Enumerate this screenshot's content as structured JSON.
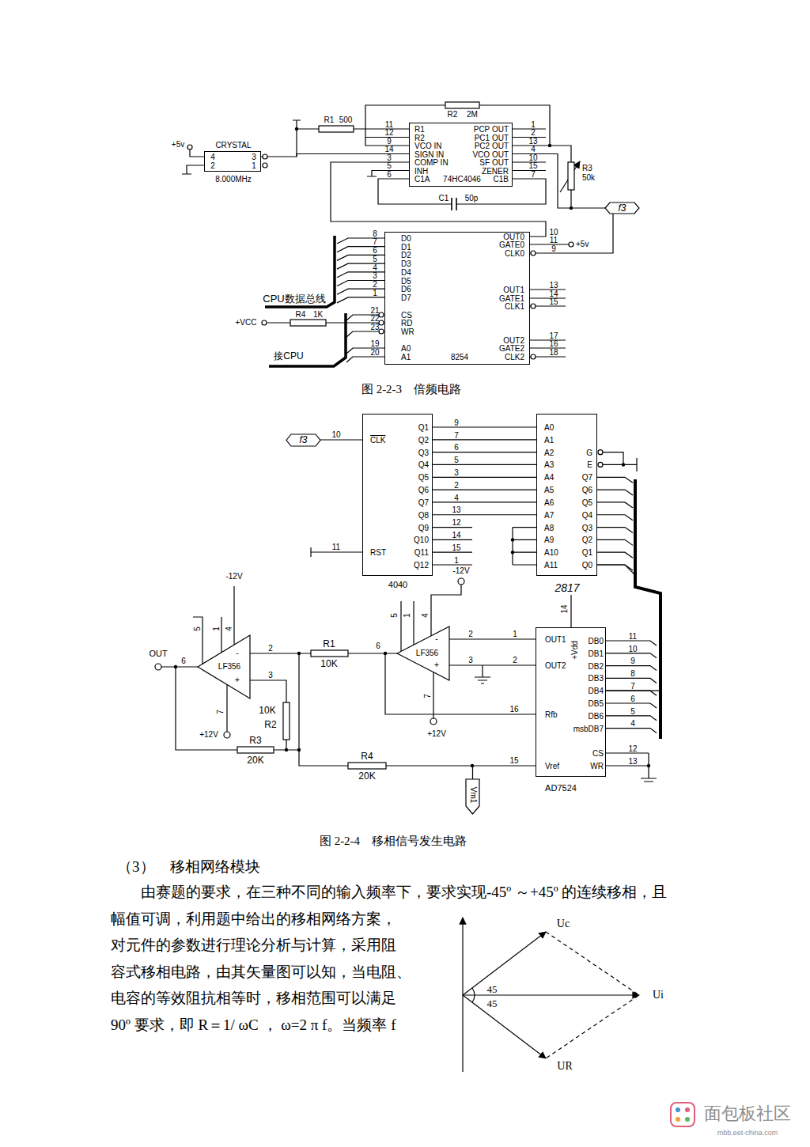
{
  "diagram": {
    "nodes": [
      {
        "text": [
          "CRYSTAL",
          "4",
          "2",
          "3",
          "1",
          "8.000MHz"
        ]
      },
      {
        "text": [
          "R1",
          "R2",
          "VCO IN",
          "SIGN IN",
          "COMP IN",
          "INH",
          "C1A",
          "PCP OUT",
          "PC1 OUT",
          "PC2 OUT",
          "VCO OUT",
          "SF OUT",
          "ZENER",
          "C1B",
          "74HC4046"
        ]
      },
      {
        "text": [
          "f3"
        ]
      },
      {
        "text": [
          "D0",
          "D1",
          "D2",
          "D3",
          "D4",
          "D5",
          "D6",
          "D7",
          "CS",
          "RD",
          "WR",
          "A0",
          "A1",
          "OUT0",
          "GATE0",
          "CLK0",
          "OUT1",
          "GATE1",
          "CLK1",
          "OUT2",
          "GATE2",
          "CLK2",
          "8254"
        ]
      },
      {
        "text": [
          "f3"
        ]
      },
      {
        "text": [
          "CLK",
          "RST",
          "Q1",
          "Q2",
          "Q3",
          "Q4",
          "Q5",
          "Q6",
          "Q7",
          "Q8",
          "Q9",
          "Q10",
          "Q11",
          "Q12",
          "4040"
        ]
      },
      {
        "text": [
          "A0",
          "A1",
          "A2",
          "A3",
          "A4",
          "A5",
          "A6",
          "A7",
          "A8",
          "A9",
          "A10",
          "A11",
          "G",
          "E",
          "Q7",
          "Q6",
          "Q5",
          "Q4",
          "Q3",
          "Q2",
          "Q1",
          "Q0",
          "2817"
        ]
      },
      {
        "text": [
          "-",
          "+",
          "LF356"
        ]
      },
      {
        "text": [
          "-",
          "+",
          "LF356"
        ]
      },
      {
        "text": [
          "OUT1",
          "OUT2",
          "Rfb",
          "Vref",
          "+Vdd",
          "DB0",
          "DB1",
          "DB2",
          "DB3",
          "DB4",
          "DB5",
          "DB6",
          "msbDB7",
          "CS",
          "WR",
          "AD7524"
        ]
      },
      {
        "text": [
          "Vm1"
        ]
      }
    ],
    "edges": [
      {
        "from": 0,
        "to": 1,
        "arrow": "none"
      },
      {
        "from": 1,
        "to": 2,
        "arrow": "none"
      },
      {
        "from": 2,
        "to": 3,
        "arrow": "none"
      },
      {
        "from": 3,
        "to": 1,
        "arrow": "none"
      },
      {
        "from": 4,
        "to": 5,
        "arrow": "none"
      },
      {
        "from": 5,
        "to": 6,
        "arrow": "none"
      },
      {
        "from": 5,
        "to": 6,
        "arrow": "none"
      },
      {
        "from": 5,
        "to": 6,
        "arrow": "none"
      },
      {
        "from": 5,
        "to": 6,
        "arrow": "none"
      },
      {
        "from": 5,
        "to": 6,
        "arrow": "none"
      },
      {
        "from": 5,
        "to": 6,
        "arrow": "none"
      },
      {
        "from": 5,
        "to": 6,
        "arrow": "none"
      },
      {
        "from": 5,
        "to": 6,
        "arrow": "none"
      },
      {
        "from": 6,
        "to": 9,
        "arrow": "none"
      },
      {
        "from": 8,
        "to": 9,
        "arrow": "none"
      },
      {
        "from": 8,
        "to": 9,
        "arrow": "none"
      },
      {
        "from": 8,
        "to": 9,
        "arrow": "none"
      },
      {
        "from": 10,
        "to": 9,
        "arrow": "none"
      }
    ],
    "labels": [
      "+5v",
      "R1",
      "500",
      "R2",
      "2M",
      "11",
      "12",
      "9",
      "14",
      "3",
      "5",
      "6",
      "1",
      "2",
      "13",
      "4",
      "10",
      "15",
      "7",
      "R3",
      "50k",
      "C1",
      "50p",
      "8",
      "7",
      "6",
      "5",
      "4",
      "3",
      "2",
      "1",
      "21",
      "22",
      "23",
      "19",
      "20",
      "10",
      "11",
      "9",
      "13",
      "14",
      "15",
      "17",
      "16",
      "18",
      "+5v",
      "CPU数据总线",
      "+VCC",
      "R4",
      "1K",
      "接CPU",
      "图 2-2-3　倍频电路",
      "10",
      "11",
      "9",
      "7",
      "6",
      "5",
      "3",
      "2",
      "4",
      "13",
      "12",
      "14",
      "15",
      "1",
      "-12V",
      "14",
      "-12V",
      "5",
      "1",
      "4",
      "5",
      "1",
      "4",
      "OUT",
      "6",
      "2",
      "3",
      "R1",
      "10K",
      "6",
      "2",
      "1",
      "3",
      "2",
      "10K",
      "R2",
      "7",
      "+12V",
      "R3",
      "20K",
      "7",
      "+12V",
      "16",
      "R4",
      "20K",
      "15",
      "11",
      "10",
      "9",
      "8",
      "7",
      "6",
      "5",
      "4",
      "12",
      "13",
      "图 2-2-4　移相信号发生电路",
      "（3）　移相网络模块",
      "由赛题的要求，在三种不同的输入频率下，要求实现-45º ～+45º 的连续移相，且 幅值可调，利用题中给出的移相网络方案， 对元件的参数进行理论分析与计算，采用阻 容式移相电路，由其矢量图可以知，当电阻、 电容的等效阻抗相等时，移相范围可以满足 90º 要求，即 R＝1/ ωC ， ω=2 π f。当频率 f",
      "Uc",
      "45",
      "45",
      "Ui",
      "UR",
      "面包板社区",
      "mbb.eet-china.com"
    ]
  }
}
